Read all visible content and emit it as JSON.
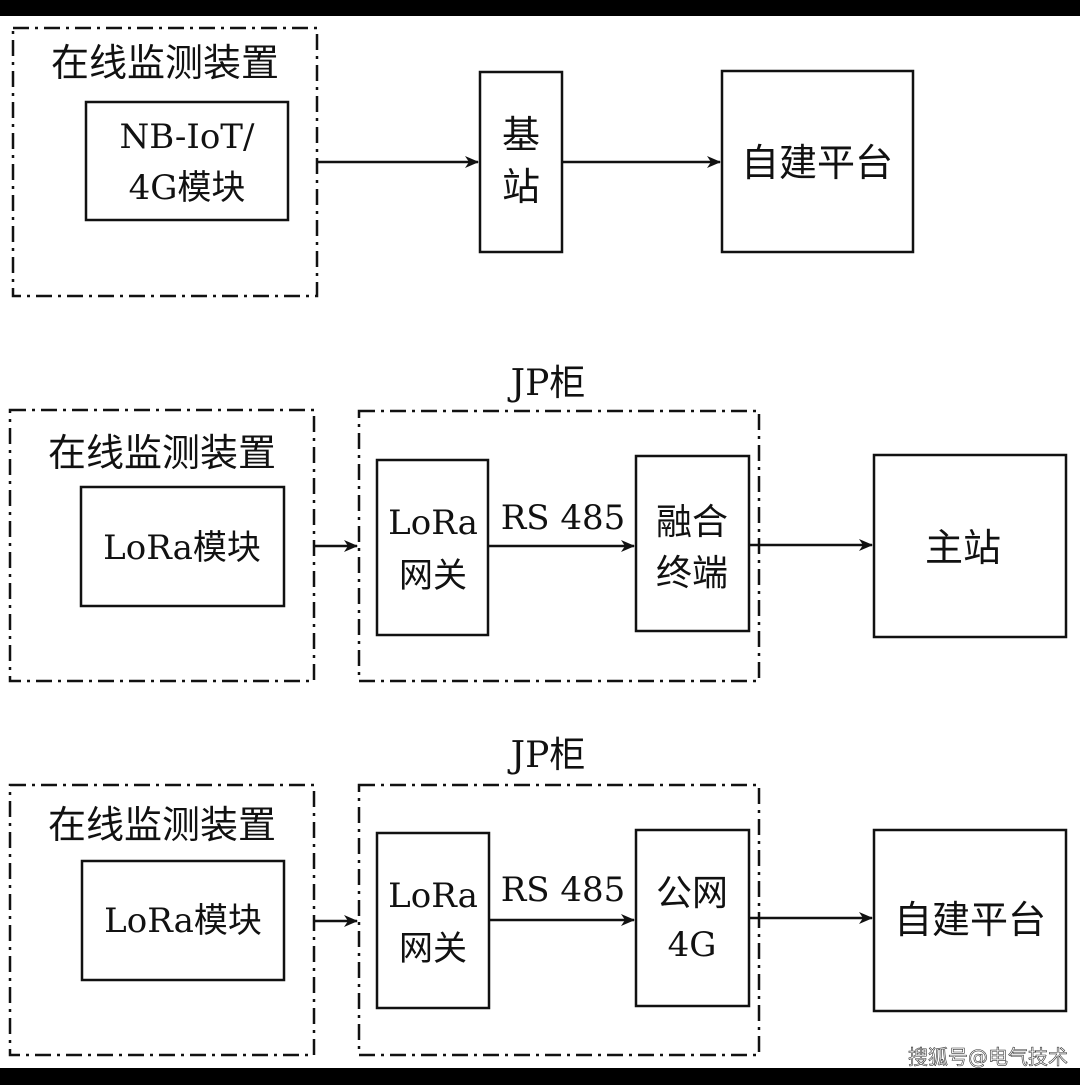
{
  "row1": {
    "device_label": "在线监测装置",
    "module_lines": [
      "NB-IoT/",
      "4G模块"
    ],
    "base_station_lines": [
      "基",
      "站"
    ],
    "platform_label": "自建平台"
  },
  "row2": {
    "cabinet_label": "JP柜",
    "device_label": "在线监测装置",
    "module_label": "LoRa模块",
    "gateway_lines": [
      "LoRa",
      "网关"
    ],
    "link_label": "RS 485",
    "terminal_lines": [
      "融合",
      "终端"
    ],
    "master_label": "主站"
  },
  "row3": {
    "cabinet_label": "JP柜",
    "device_label": "在线监测装置",
    "module_label": "LoRa模块",
    "gateway_lines": [
      "LoRa",
      "网关"
    ],
    "link_label": "RS 485",
    "public_lines": [
      "公网",
      "4G"
    ],
    "platform_label": "自建平台"
  },
  "watermark": "搜狐号@电气技术",
  "colors": {
    "frame": "#000000",
    "panel": "#ffffff",
    "ink": "#111111"
  }
}
